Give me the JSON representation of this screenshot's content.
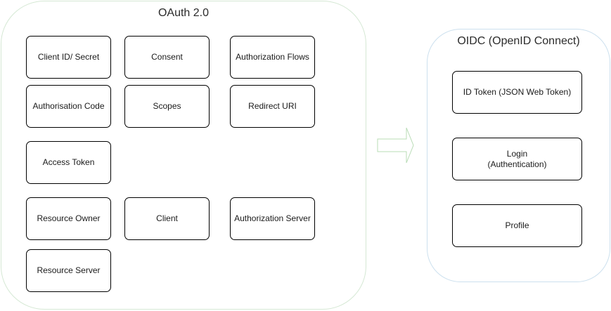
{
  "colors": {
    "oauth_border": "#d5e8d4",
    "oidc_border": "#cce0ee",
    "arrow_stroke": "#b9dcb6",
    "node_border": "#000000"
  },
  "oauth": {
    "title": "OAuth 2.0",
    "items": {
      "client_id_secret": "Client ID/ Secret",
      "consent": "Consent",
      "authorization_flows": "Authorization Flows",
      "authorisation_code": "Authorisation Code",
      "scopes": "Scopes",
      "redirect_uri": "Redirect URI",
      "access_token": "Access Token",
      "resource_owner": "Resource Owner",
      "client": "Client",
      "authorization_server": "Authorization Server",
      "resource_server": "Resource Server"
    }
  },
  "oidc": {
    "title": "OIDC (OpenID Connect)",
    "items": {
      "id_token": "ID Token (JSON Web Token)",
      "login": "Login\n(Authentication)",
      "profile": "Profile"
    }
  },
  "connector": {
    "icon": "right-arrow-icon"
  }
}
